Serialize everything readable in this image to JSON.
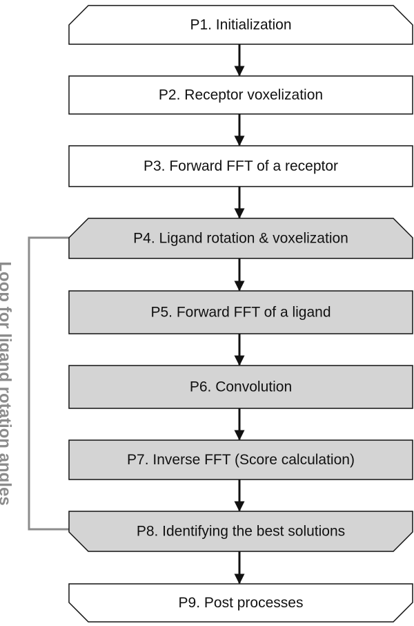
{
  "steps": [
    {
      "label": "P1. Initialization",
      "fill": "#ffffff",
      "shape": "hex-top"
    },
    {
      "label": "P2. Receptor voxelization",
      "fill": "#ffffff",
      "shape": "rect"
    },
    {
      "label": "P3. Forward FFT of a receptor",
      "fill": "#ffffff",
      "shape": "rect"
    },
    {
      "label": "P4. Ligand rotation & voxelization",
      "fill": "#d4d4d4",
      "shape": "hex-top"
    },
    {
      "label": "P5. Forward FFT of a ligand",
      "fill": "#d4d4d4",
      "shape": "rect"
    },
    {
      "label": "P6. Convolution",
      "fill": "#d4d4d4",
      "shape": "rect"
    },
    {
      "label": "P7. Inverse FFT (Score calculation)",
      "fill": "#d4d4d4",
      "shape": "rect"
    },
    {
      "label": "P8. Identifying the best solutions",
      "fill": "#d4d4d4",
      "shape": "hex-bottom"
    },
    {
      "label": "P9. Post processes",
      "fill": "#ffffff",
      "shape": "hex-bottom"
    }
  ],
  "loop": {
    "label": "Loop for ligand rotation angles",
    "color": "#8c8c8c"
  },
  "colors": {
    "stroke": "#111111",
    "arrow": "#111111"
  }
}
